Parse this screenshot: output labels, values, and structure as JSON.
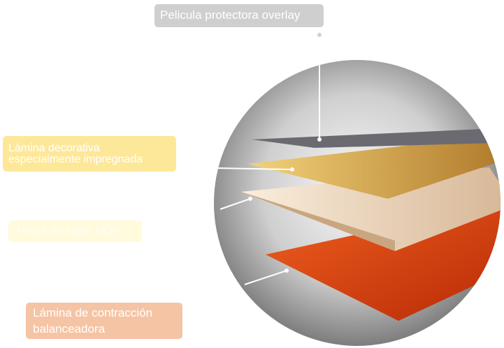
{
  "labels": {
    "overlay": "Pelicula protectora overlay",
    "decorative_line1": "Lámina decorativa",
    "decorative_line2": "especialmente impregnada",
    "hdf": "Placa de base HDF",
    "balance_line1": "Lámina de contracción",
    "balance_line2": "balanceadora"
  },
  "colors": {
    "overlay": "#cfcfcf",
    "decorative": "#fde89a",
    "hdf": "#fffbdc",
    "balance": "#f5c4a4",
    "balance_layer": "#e84a10"
  }
}
